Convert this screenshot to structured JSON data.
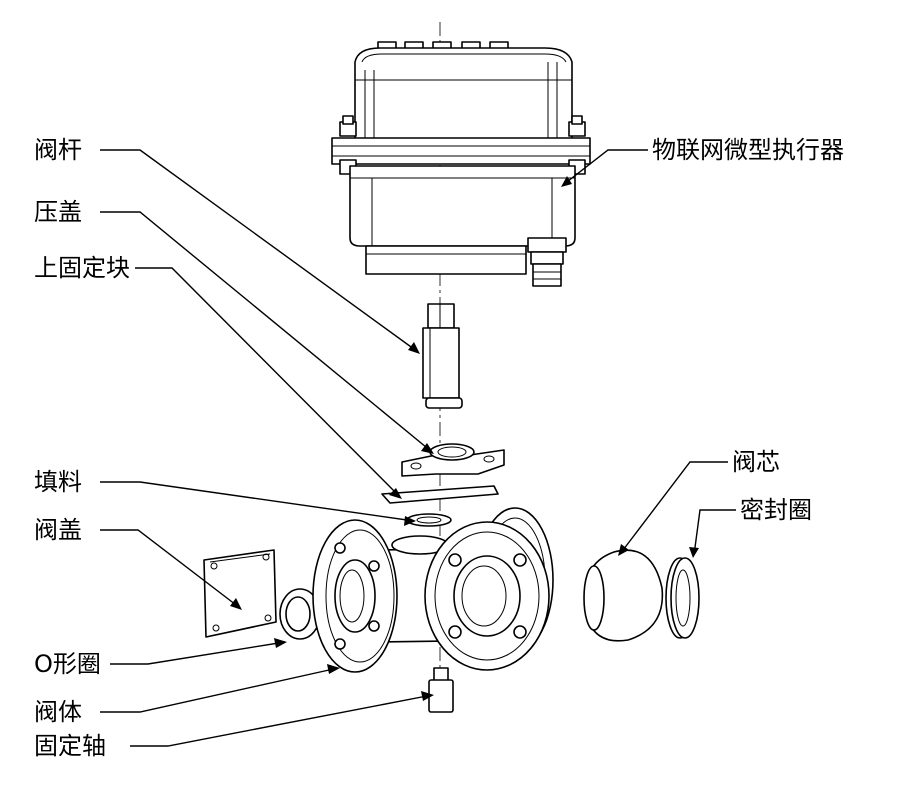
{
  "labels": {
    "valve_stem": "阀杆",
    "actuator": "物联网微型执行器",
    "gland": "压盖",
    "upper_fixing_block": "上固定块",
    "packing": "填料",
    "valve_cover": "阀盖",
    "valve_core": "阀芯",
    "seal_ring": "密封圈",
    "o_ring": "O形圈",
    "valve_body": "阀体",
    "fixed_shaft": "固定轴"
  }
}
